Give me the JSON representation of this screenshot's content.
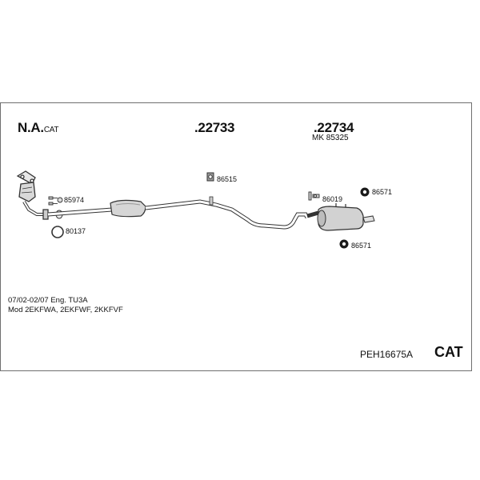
{
  "header": {
    "variant_main": "N.A.",
    "variant_sub": "CAT",
    "part_22733": ".22733",
    "part_22734": ".22734",
    "mk_ref": "MK 85325"
  },
  "callouts": {
    "c85974": "85974",
    "c80137": "80137",
    "c86515": "86515",
    "c86019": "86019",
    "c86571_top": "86571",
    "c86571_bottom": "86571"
  },
  "info": {
    "line1": "07/02-02/07   Eng. TU3A",
    "line2": "Mod 2EKFWA, 2EKFWF, 2KKFVF"
  },
  "footer": {
    "code": "PEH16675A",
    "cat": "CAT"
  }
}
